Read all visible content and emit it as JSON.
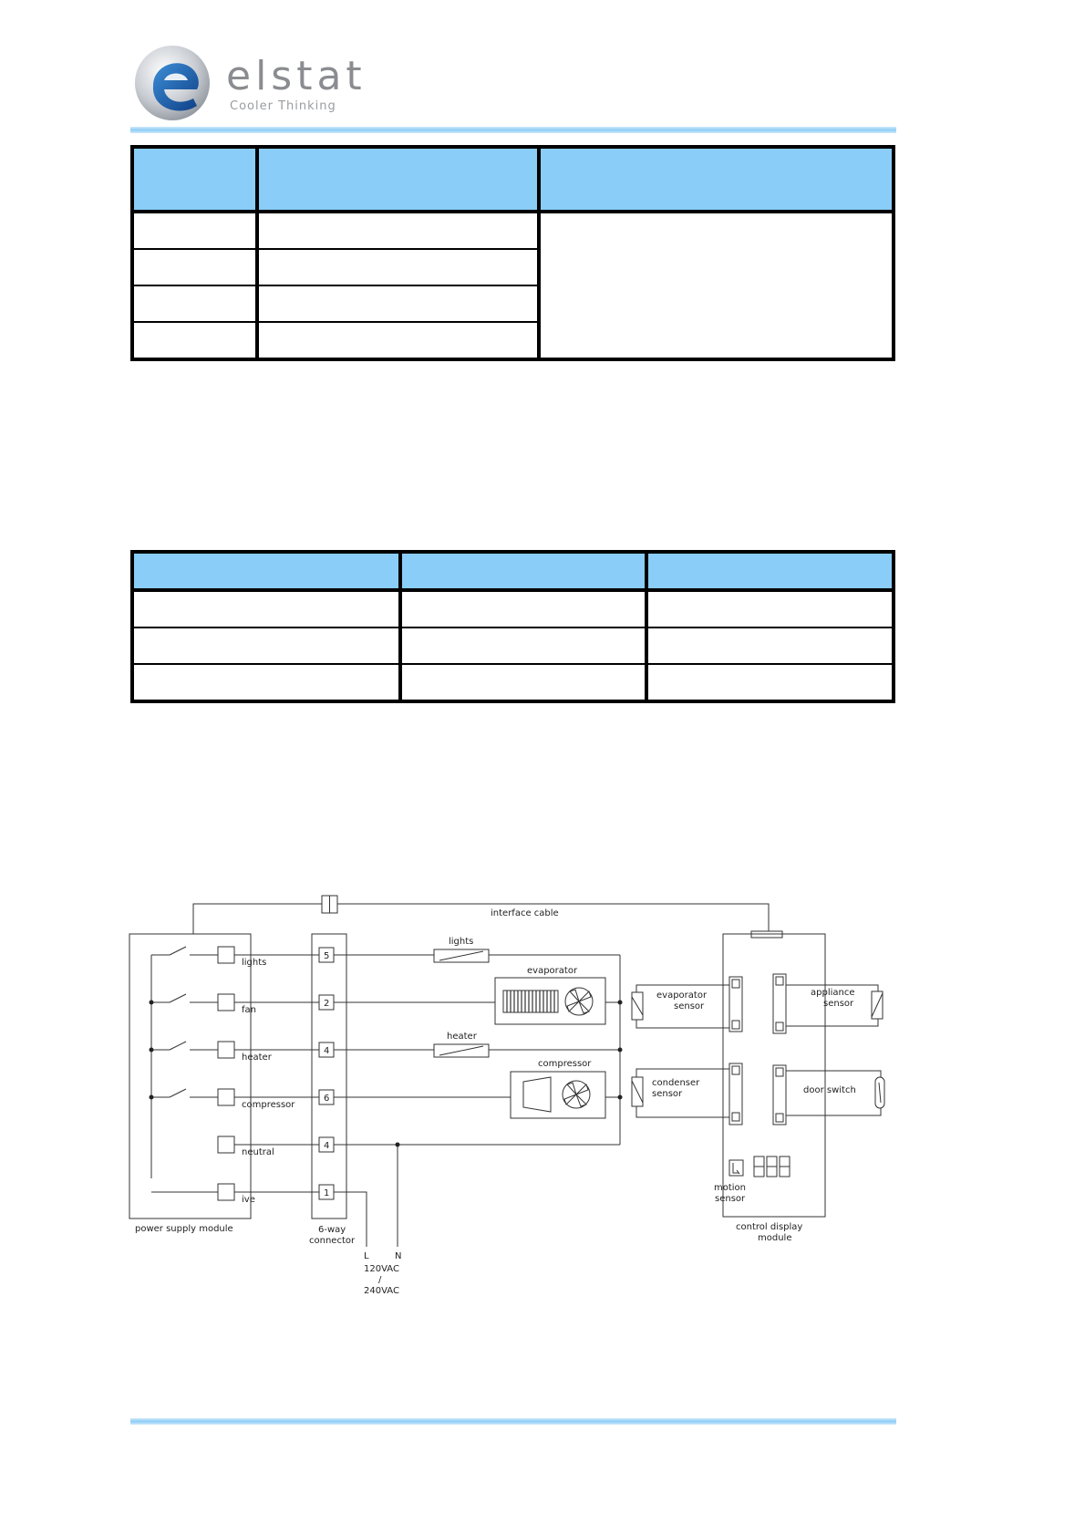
{
  "logo": {
    "wordmark": "elstat",
    "tagline": "Cooler Thinking",
    "colors": {
      "blue": "#1f6fb8",
      "grey": "#8a8c90"
    }
  },
  "accent_color": "#89cdf8",
  "diagram": {
    "interface_cable": "interface cable",
    "power_supply_module": "power supply module",
    "connector_6way_line1": "6-way",
    "connector_6way_line2": "connector",
    "control_display_line1": "control display",
    "control_display_line2": "module",
    "psm_outputs": [
      "lights",
      "fan",
      "heater",
      "compressor",
      "neutral",
      "ive"
    ],
    "connector_pins": [
      "5",
      "2",
      "4",
      "6",
      "4",
      "1"
    ],
    "loads": {
      "lights": "lights",
      "evaporator": "evaporator",
      "heater": "heater",
      "compressor": "compressor"
    },
    "sensors": {
      "evaporator_sensor_line1": "evaporator",
      "evaporator_sensor_line2": "sensor",
      "appliance_sensor_line1": "appliance",
      "appliance_sensor_line2": "sensor",
      "condenser_sensor_line1": "condenser",
      "condenser_sensor_line2": "sensor",
      "door_switch": "door switch",
      "motion_sensor_line1": "motion",
      "motion_sensor_line2": "sensor"
    },
    "supply": {
      "l": "L",
      "n": "N",
      "voltage_1": "120VAC",
      "slash": "/",
      "voltage_2": "240VAC"
    }
  }
}
